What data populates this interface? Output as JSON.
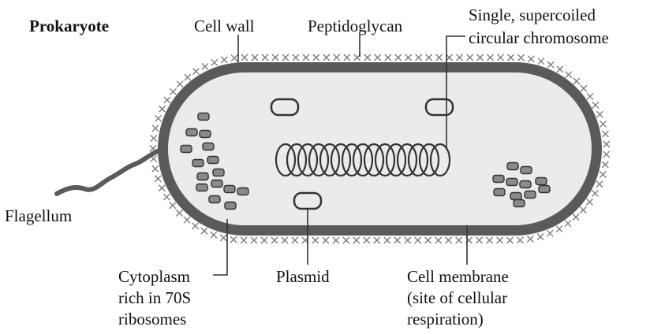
{
  "title": "Prokaryote",
  "labels": {
    "cell_wall": "Cell wall",
    "peptidoglycan": "Peptidoglycan",
    "chromosome_line1": "Single, supercoiled",
    "chromosome_line2": "circular chromosome",
    "flagellum": "Flagellum",
    "cytoplasm_line1": "Cytoplasm",
    "cytoplasm_line2": "rich in 70S",
    "cytoplasm_line3": "ribosomes",
    "plasmid": "Plasmid",
    "membrane_line1": "Cell membrane",
    "membrane_line2": "(site of cellular",
    "membrane_line3": "respiration)"
  },
  "colors": {
    "wall": "#5a5a5a",
    "cytoplasm": "#ebebeb",
    "outline": "#333333",
    "ribosome": "#8a8a8a",
    "peptidoglycan_mark": "#777777"
  }
}
